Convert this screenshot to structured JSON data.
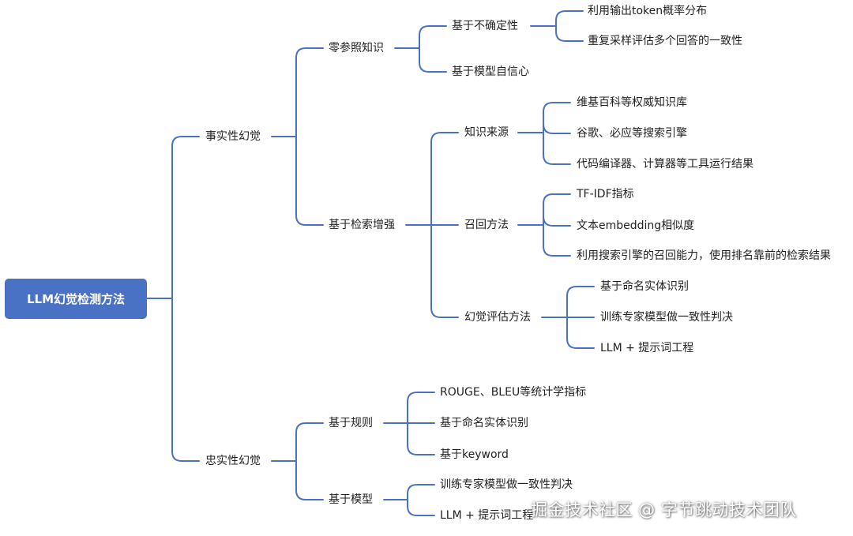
{
  "root": "LLM幻觉检测方法",
  "l1": {
    "factual": "事实性幻觉",
    "faithful": "忠实性幻觉"
  },
  "l2": {
    "zero_ref": "零参照知识",
    "retrieval": "基于检索增强",
    "rules": "基于规则",
    "model": "基于模型"
  },
  "l3": {
    "uncertainty": "基于不确定性",
    "self_conf": "基于模型自信心",
    "source": "知识来源",
    "recall": "召回方法",
    "eval": "幻觉评估方法"
  },
  "leaves": {
    "token_prob": "利用输出token概率分布",
    "resample": "重复采样评估多个回答的一致性",
    "wiki": "维基百科等权威知识库",
    "search_engine": "谷歌、必应等搜索引擎",
    "tools": "代码编译器、计算器等工具运行结果",
    "tfidf": "TF-IDF指标",
    "embedding": "文本embedding相似度",
    "search_rank": "利用搜索引擎的召回能力，使用排名靠前的检索结果",
    "ner_a": "基于命名实体识别",
    "expert_a": "训练专家模型做一致性判决",
    "llm_prompt_a": "LLM + 提示词工程",
    "rouge": "ROUGE、BLEU等统计学指标",
    "ner_b": "基于命名实体识别",
    "keyword": "基于keyword",
    "expert_b": "训练专家模型做一致性判决",
    "llm_prompt_b": "LLM + 提示词工程"
  },
  "watermark": "掘金技术社区 @ 字节跳动技术团队",
  "colors": {
    "root_fill": "#4a72c4",
    "connector": "#4a72c4",
    "text": "#222222"
  }
}
